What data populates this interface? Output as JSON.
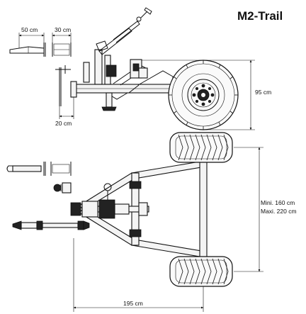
{
  "title": "M2-Trail",
  "dimensions": {
    "hitch_width": "50 cm",
    "plate_width": "30 cm",
    "height": "95 cm",
    "drawbar_offset": "20 cm",
    "track_width_min": "Mini. 160 cm",
    "track_width_max": "Maxi. 220 cm",
    "length": "195 cm"
  }
}
